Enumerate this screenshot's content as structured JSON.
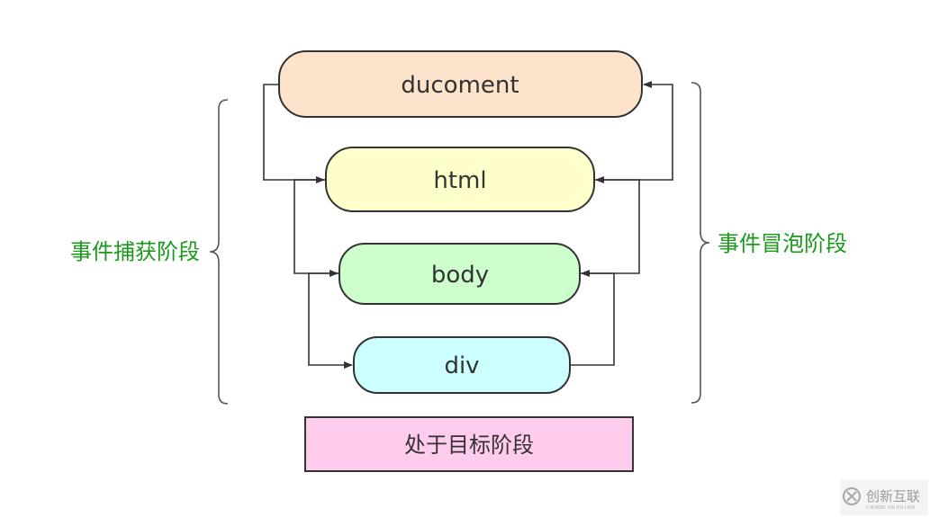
{
  "nodes": {
    "document": {
      "label": "ducoment",
      "fill": "#fde2cc"
    },
    "html": {
      "label": "html",
      "fill": "#ffffcc"
    },
    "body": {
      "label": "body",
      "fill": "#ccffcc"
    },
    "div": {
      "label": "div",
      "fill": "#ccffff"
    }
  },
  "phases": {
    "capture": "事件捕获阶段",
    "bubble": "事件冒泡阶段",
    "target": "处于目标阶段",
    "label_color": "#1a9a1a",
    "target_fill": "#ffccee"
  },
  "watermark": {
    "text": "创新互联",
    "subtext": "CHUANG XIN HU LIAN"
  }
}
